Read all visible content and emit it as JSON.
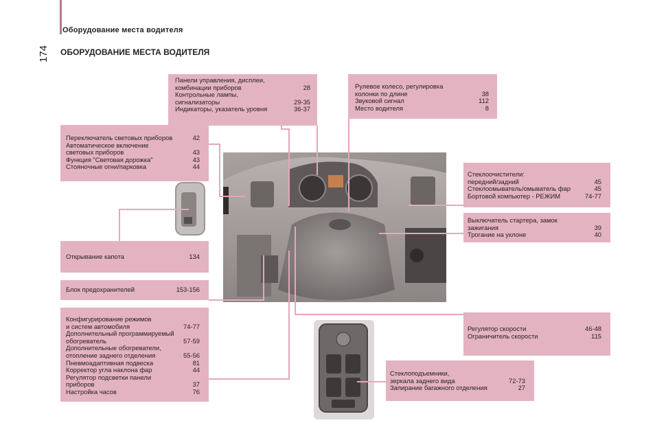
{
  "header": {
    "section_label": "Оборудование места водителя",
    "page_number": "174",
    "title": "ОБОРУДОВАНИЕ МЕСТА ВОДИТЕЛЯ"
  },
  "boxes": {
    "panels": [
      {
        "text": "Панели управления, дисплеи,",
        "page": ""
      },
      {
        "text": "комбинации приборов",
        "page": "28"
      },
      {
        "text": "Контрольные лампы,",
        "page": ""
      },
      {
        "text": "сигнализаторы",
        "page": "29-35"
      },
      {
        "text": "Индикаторы, указатель уровня",
        "page": "36-37"
      }
    ],
    "steering": [
      {
        "text": "Рулевое колесо, регулировка",
        "page": ""
      },
      {
        "text": "колонки по длине",
        "page": "38"
      },
      {
        "text": "Звуковой сигнал",
        "page": "112"
      },
      {
        "text": "Место водителя",
        "page": "8"
      }
    ],
    "lights": [
      {
        "text": "Переключатель световых приборов",
        "page": "42"
      },
      {
        "text": "Автоматическое включение",
        "page": ""
      },
      {
        "text": "световых приборов",
        "page": "43"
      },
      {
        "text": "Функция \"Световая дорожка\"",
        "page": "43"
      },
      {
        "text": "Стояночные огни/парковка",
        "page": "44"
      }
    ],
    "wipers": [
      {
        "text": "Стеклоочистители:",
        "page": ""
      },
      {
        "text": "передний/задний",
        "page": "45"
      },
      {
        "text": "Стеклоомыватель/омыватель фар",
        "page": "45"
      },
      {
        "text": "Бортовой компьютер - РЕЖИМ",
        "page": "74-77"
      }
    ],
    "starter": [
      {
        "text": "Выключатель стартера, замок",
        "page": ""
      },
      {
        "text": "зажигания",
        "page": "39"
      },
      {
        "text": "Трогание на уклоне",
        "page": "40"
      }
    ],
    "hood": [
      {
        "text": "Открывание капота",
        "page": "134"
      }
    ],
    "fuses": [
      {
        "text": "Блок предохранителей",
        "page": "153-156"
      }
    ],
    "configs": [
      {
        "text": "Конфигурирование режимов",
        "page": ""
      },
      {
        "text": "и систем автомобиля",
        "page": "74-77"
      },
      {
        "text": "Дополнительный программируемый",
        "page": ""
      },
      {
        "text": "обогреватель",
        "page": "57-59"
      },
      {
        "text": "Дополнительные обогреватели,",
        "page": ""
      },
      {
        "text": "отопление заднего отделения",
        "page": "55-56"
      },
      {
        "text": "Пневмоадаптивная подвеска",
        "page": "81"
      },
      {
        "text": "Корректор угла наклона фар",
        "page": "44"
      },
      {
        "text": "Регулятор подсветки панели",
        "page": ""
      },
      {
        "text": "приборов",
        "page": "37"
      },
      {
        "text": "Настройка часов",
        "page": "76"
      }
    ],
    "speed": [
      {
        "text": "Регулятор скорости",
        "page": "46-48"
      },
      {
        "text": "Ограничитель скорости",
        "page": "115"
      }
    ],
    "windows": [
      {
        "text": "Стеклоподъемники,",
        "page": ""
      },
      {
        "text": "зеркала заднего вида",
        "page": "72-73"
      },
      {
        "text": "Запирание багажного отделения",
        "page": "27"
      }
    ]
  },
  "colors": {
    "box_fill": "#e4b3c1",
    "connector": "#e3a8ba",
    "accent_bar": "#b07a8c"
  }
}
